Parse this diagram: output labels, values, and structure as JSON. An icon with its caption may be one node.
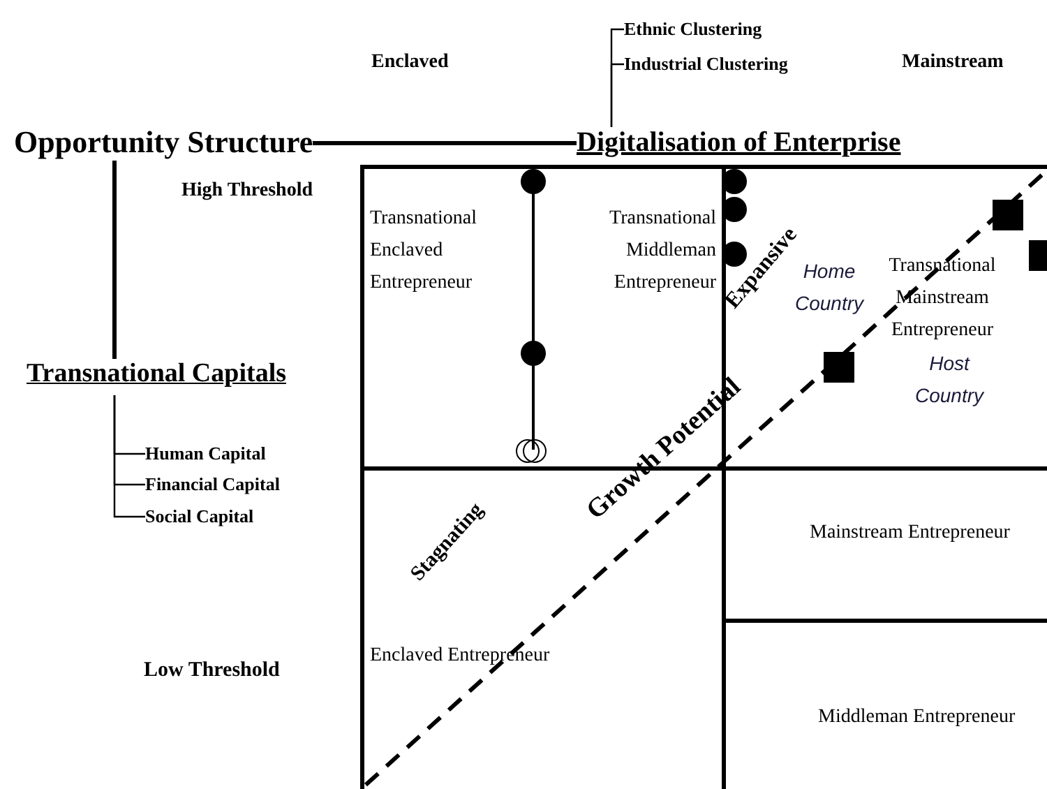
{
  "diagram": {
    "nodes": [
      {
        "text": [
          "Opportunity Structure"
        ]
      },
      {
        "text": [
          "Digitalisation of Enterprise"
        ]
      },
      {
        "text": [
          "Transnational Capitals"
        ]
      },
      {
        "text": [
          "Ethnic Clustering"
        ]
      },
      {
        "text": [
          "Industrial Clustering"
        ]
      },
      {
        "text": [
          "Human Capital"
        ]
      },
      {
        "text": [
          "Financial Capital"
        ]
      },
      {
        "text": [
          "Social Capital"
        ]
      },
      {
        "text": [
          "Transnational Enclaved Entrepreneur",
          "Transnational Middleman Entrepreneur"
        ]
      },
      {
        "text": [
          "Home Country",
          "Transnational Mainstream Entrepreneur",
          "Host Country"
        ]
      },
      {
        "text": [
          "Enclaved Entrepreneur"
        ]
      },
      {
        "text": [
          "Mainstream Entrepreneur"
        ]
      },
      {
        "text": [
          "Middleman Entrepreneur"
        ]
      }
    ],
    "edges": [
      {
        "from": 0,
        "to": 1,
        "arrow": "none",
        "style": "thick"
      },
      {
        "from": 0,
        "to": 2,
        "arrow": "none",
        "style": "thick"
      },
      {
        "from": 1,
        "to": 3,
        "arrow": "none"
      },
      {
        "from": 1,
        "to": 4,
        "arrow": "none"
      },
      {
        "from": 2,
        "to": 5,
        "arrow": "none"
      },
      {
        "from": 2,
        "to": 6,
        "arrow": "none"
      },
      {
        "from": 2,
        "to": 7,
        "arrow": "none"
      }
    ],
    "labels": [
      "Enclaved",
      "Mainstream",
      "High Threshold",
      "Expansive",
      "Growth Potential",
      "Stagnating",
      "Low Threshold"
    ]
  }
}
